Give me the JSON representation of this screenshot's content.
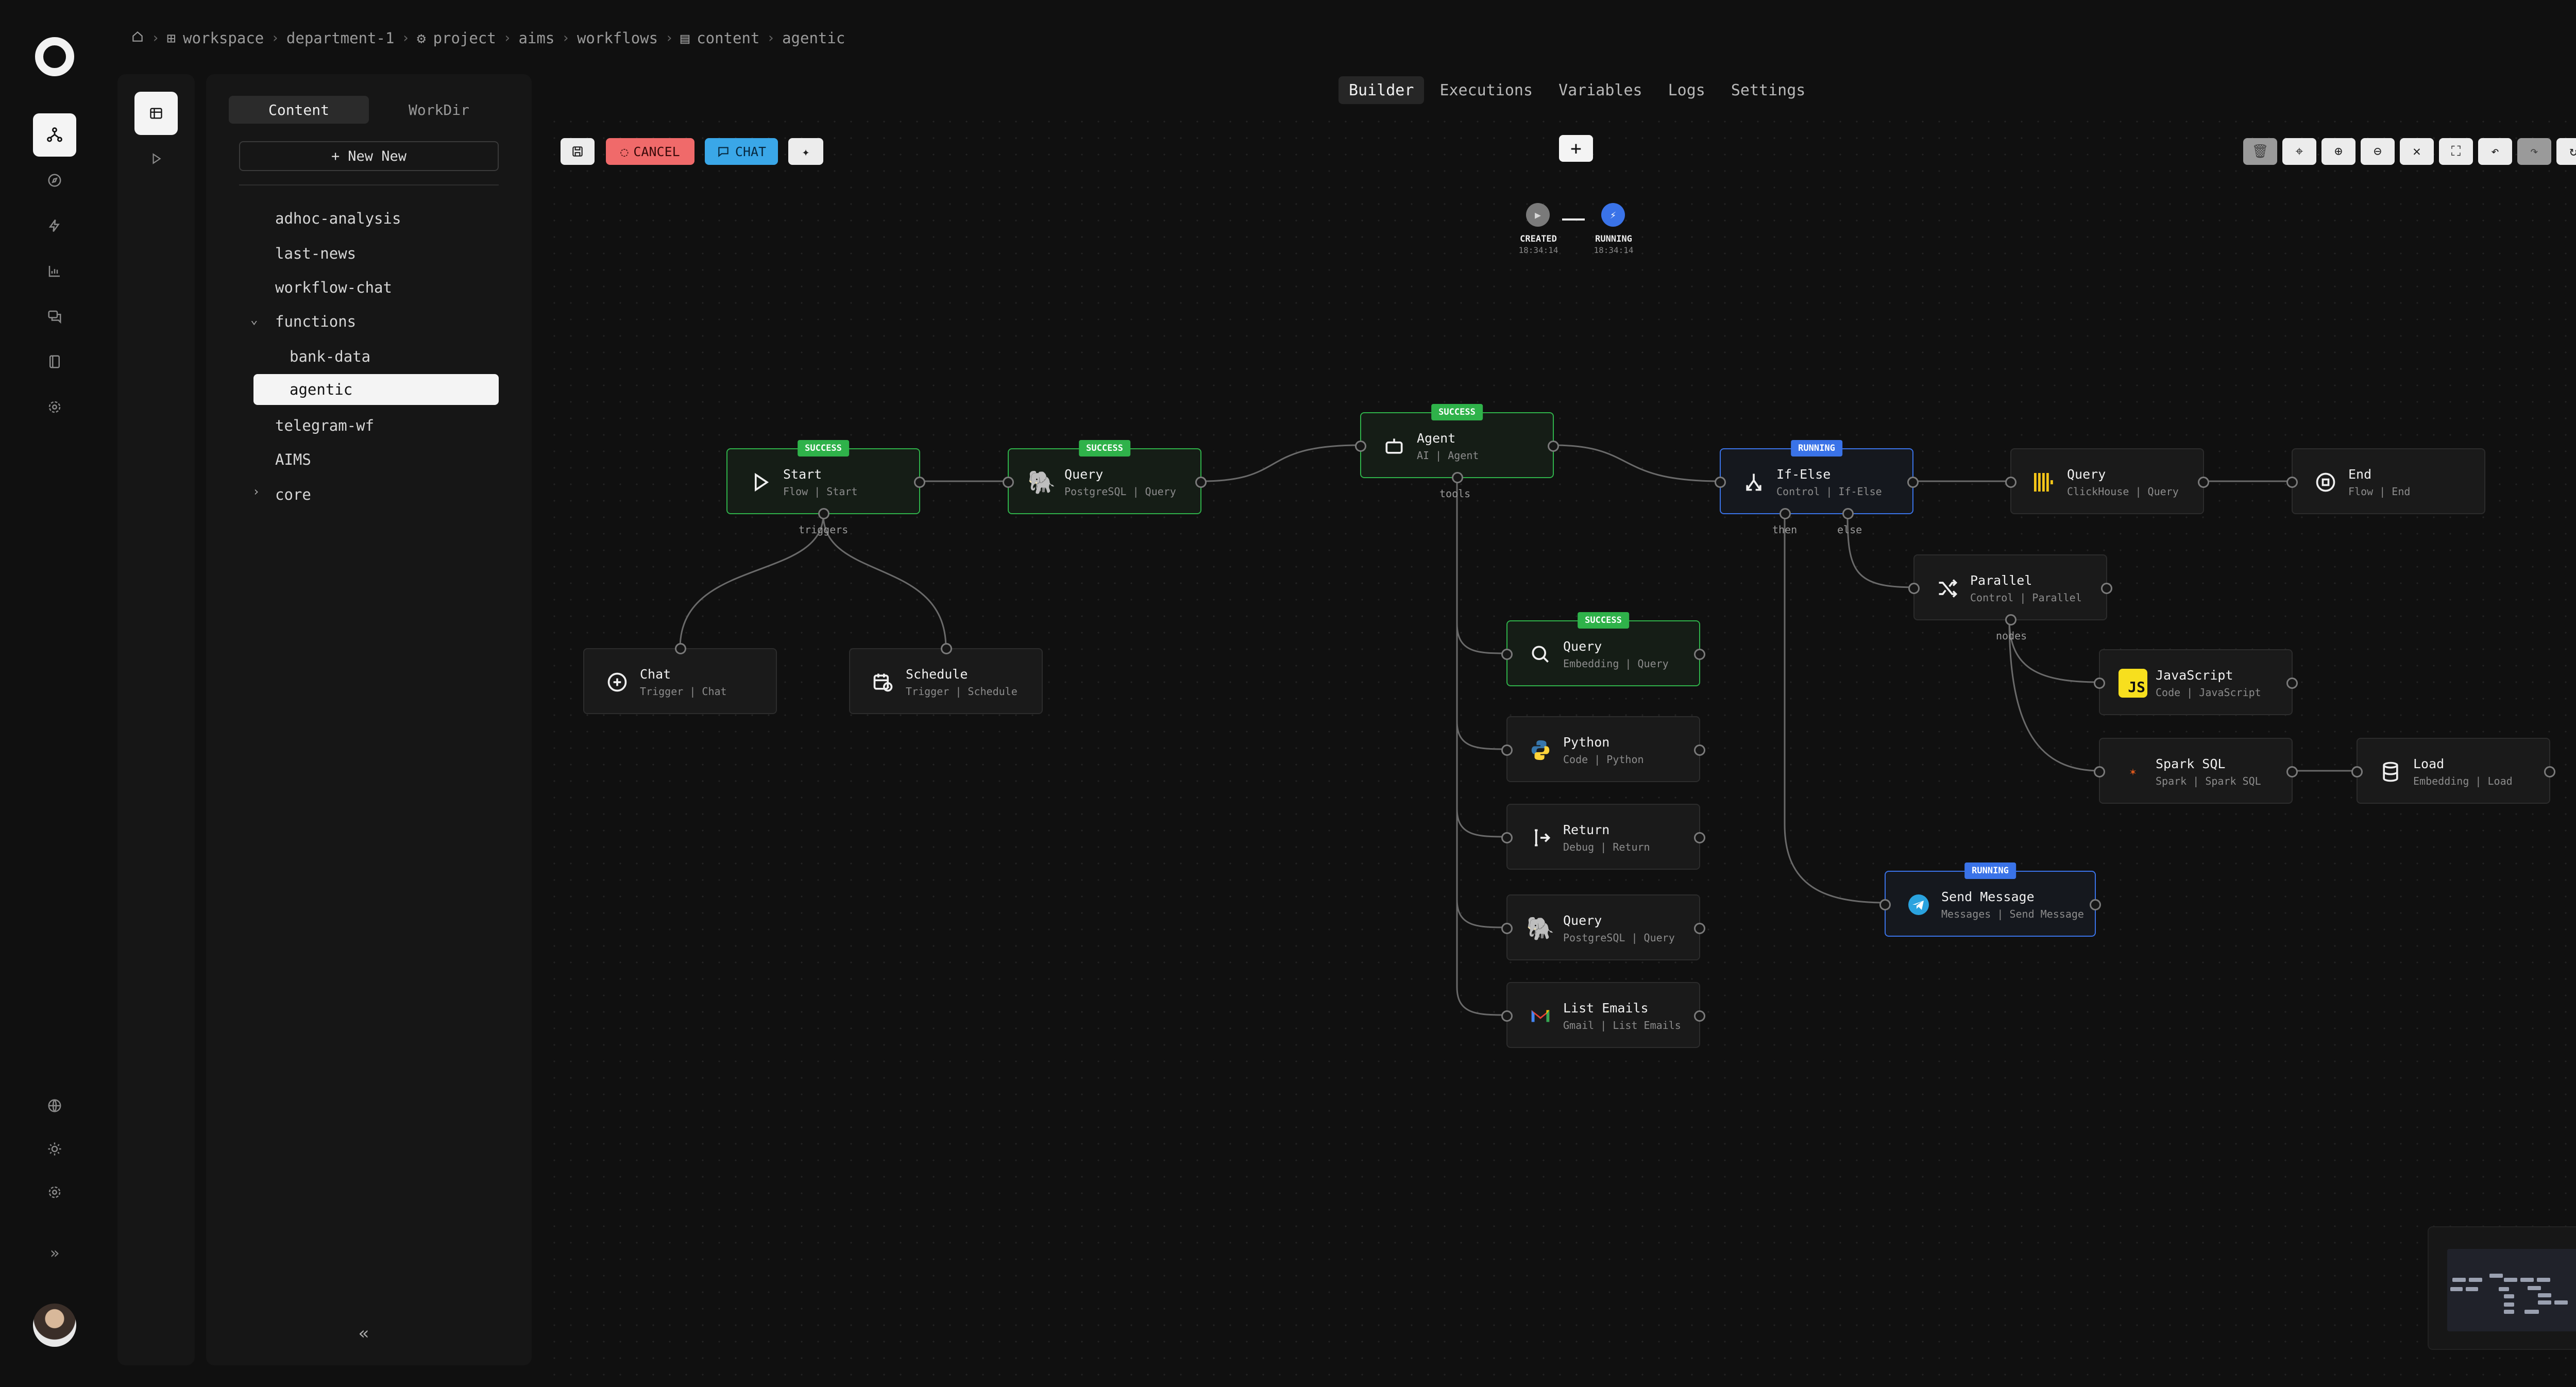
{
  "breadcrumb": [
    "workspace",
    "department-1",
    "project",
    "aims",
    "workflows",
    "content",
    "agentic"
  ],
  "sidebar": {
    "tabs": [
      "Content",
      "WorkDir"
    ],
    "new_button": "New New",
    "items": [
      "adhoc-analysis",
      "last-news",
      "workflow-chat",
      "functions",
      "bank-data",
      "agentic",
      "telegram-wf",
      "AIMS",
      "core"
    ],
    "selected": "agentic"
  },
  "tabs": [
    "Builder",
    "Executions",
    "Variables",
    "Logs",
    "Settings"
  ],
  "active_tab": "Builder",
  "toolbar": {
    "cancel": "CANCEL",
    "chat": "CHAT"
  },
  "timeline": [
    {
      "label": "CREATED",
      "time": "18:34:14"
    },
    {
      "label": "RUNNING",
      "time": "18:34:14"
    }
  ],
  "nodes": {
    "start": {
      "title": "Start",
      "sub": "Flow | Start",
      "status": "SUCCESS"
    },
    "query_pg": {
      "title": "Query",
      "sub": "PostgreSQL | Query",
      "status": "SUCCESS"
    },
    "agent": {
      "title": "Agent",
      "sub": "AI | Agent",
      "status": "SUCCESS"
    },
    "ifelse": {
      "title": "If-Else",
      "sub": "Control | If-Else",
      "status": "RUNNING"
    },
    "query_ch": {
      "title": "Query",
      "sub": "ClickHouse | Query"
    },
    "end": {
      "title": "End",
      "sub": "Flow | End"
    },
    "chat": {
      "title": "Chat",
      "sub": "Trigger | Chat"
    },
    "schedule": {
      "title": "Schedule",
      "sub": "Trigger | Schedule"
    },
    "query_emb": {
      "title": "Query",
      "sub": "Embedding | Query",
      "status": "SUCCESS"
    },
    "python": {
      "title": "Python",
      "sub": "Code | Python"
    },
    "return": {
      "title": "Return",
      "sub": "Debug | Return"
    },
    "query_pg2": {
      "title": "Query",
      "sub": "PostgreSQL | Query"
    },
    "gmail": {
      "title": "List Emails",
      "sub": "Gmail | List Emails"
    },
    "parallel": {
      "title": "Parallel",
      "sub": "Control | Parallel"
    },
    "js": {
      "title": "JavaScript",
      "sub": "Code | JavaScript"
    },
    "spark": {
      "title": "Spark SQL",
      "sub": "Spark | Spark SQL"
    },
    "load": {
      "title": "Load",
      "sub": "Embedding | Load"
    },
    "telegram": {
      "title": "Send Message",
      "sub": "Messages | Send Message",
      "status": "RUNNING"
    }
  },
  "handles": {
    "triggers": "triggers",
    "tools": "tools",
    "then": "then",
    "else": "else",
    "nodes": "nodes"
  },
  "icons": {
    "start": "play-icon",
    "query_pg": "postgresql-icon",
    "agent": "robot-icon",
    "ifelse": "split-arrows-icon",
    "query_ch": "clickhouse-icon",
    "end": "stop-icon",
    "chat": "chat-plus-icon",
    "schedule": "calendar-clock-icon",
    "query_emb": "search-icon",
    "python": "python-icon",
    "return": "return-icon",
    "gmail": "gmail-icon",
    "parallel": "shuffle-icon",
    "js": "javascript-icon",
    "spark": "spark-icon",
    "load": "database-icon",
    "telegram": "telegram-icon"
  },
  "colors": {
    "success": "#2fb24a",
    "running": "#3a73e8",
    "cancel": "#f06a6a",
    "chat": "#3aa7e8"
  }
}
